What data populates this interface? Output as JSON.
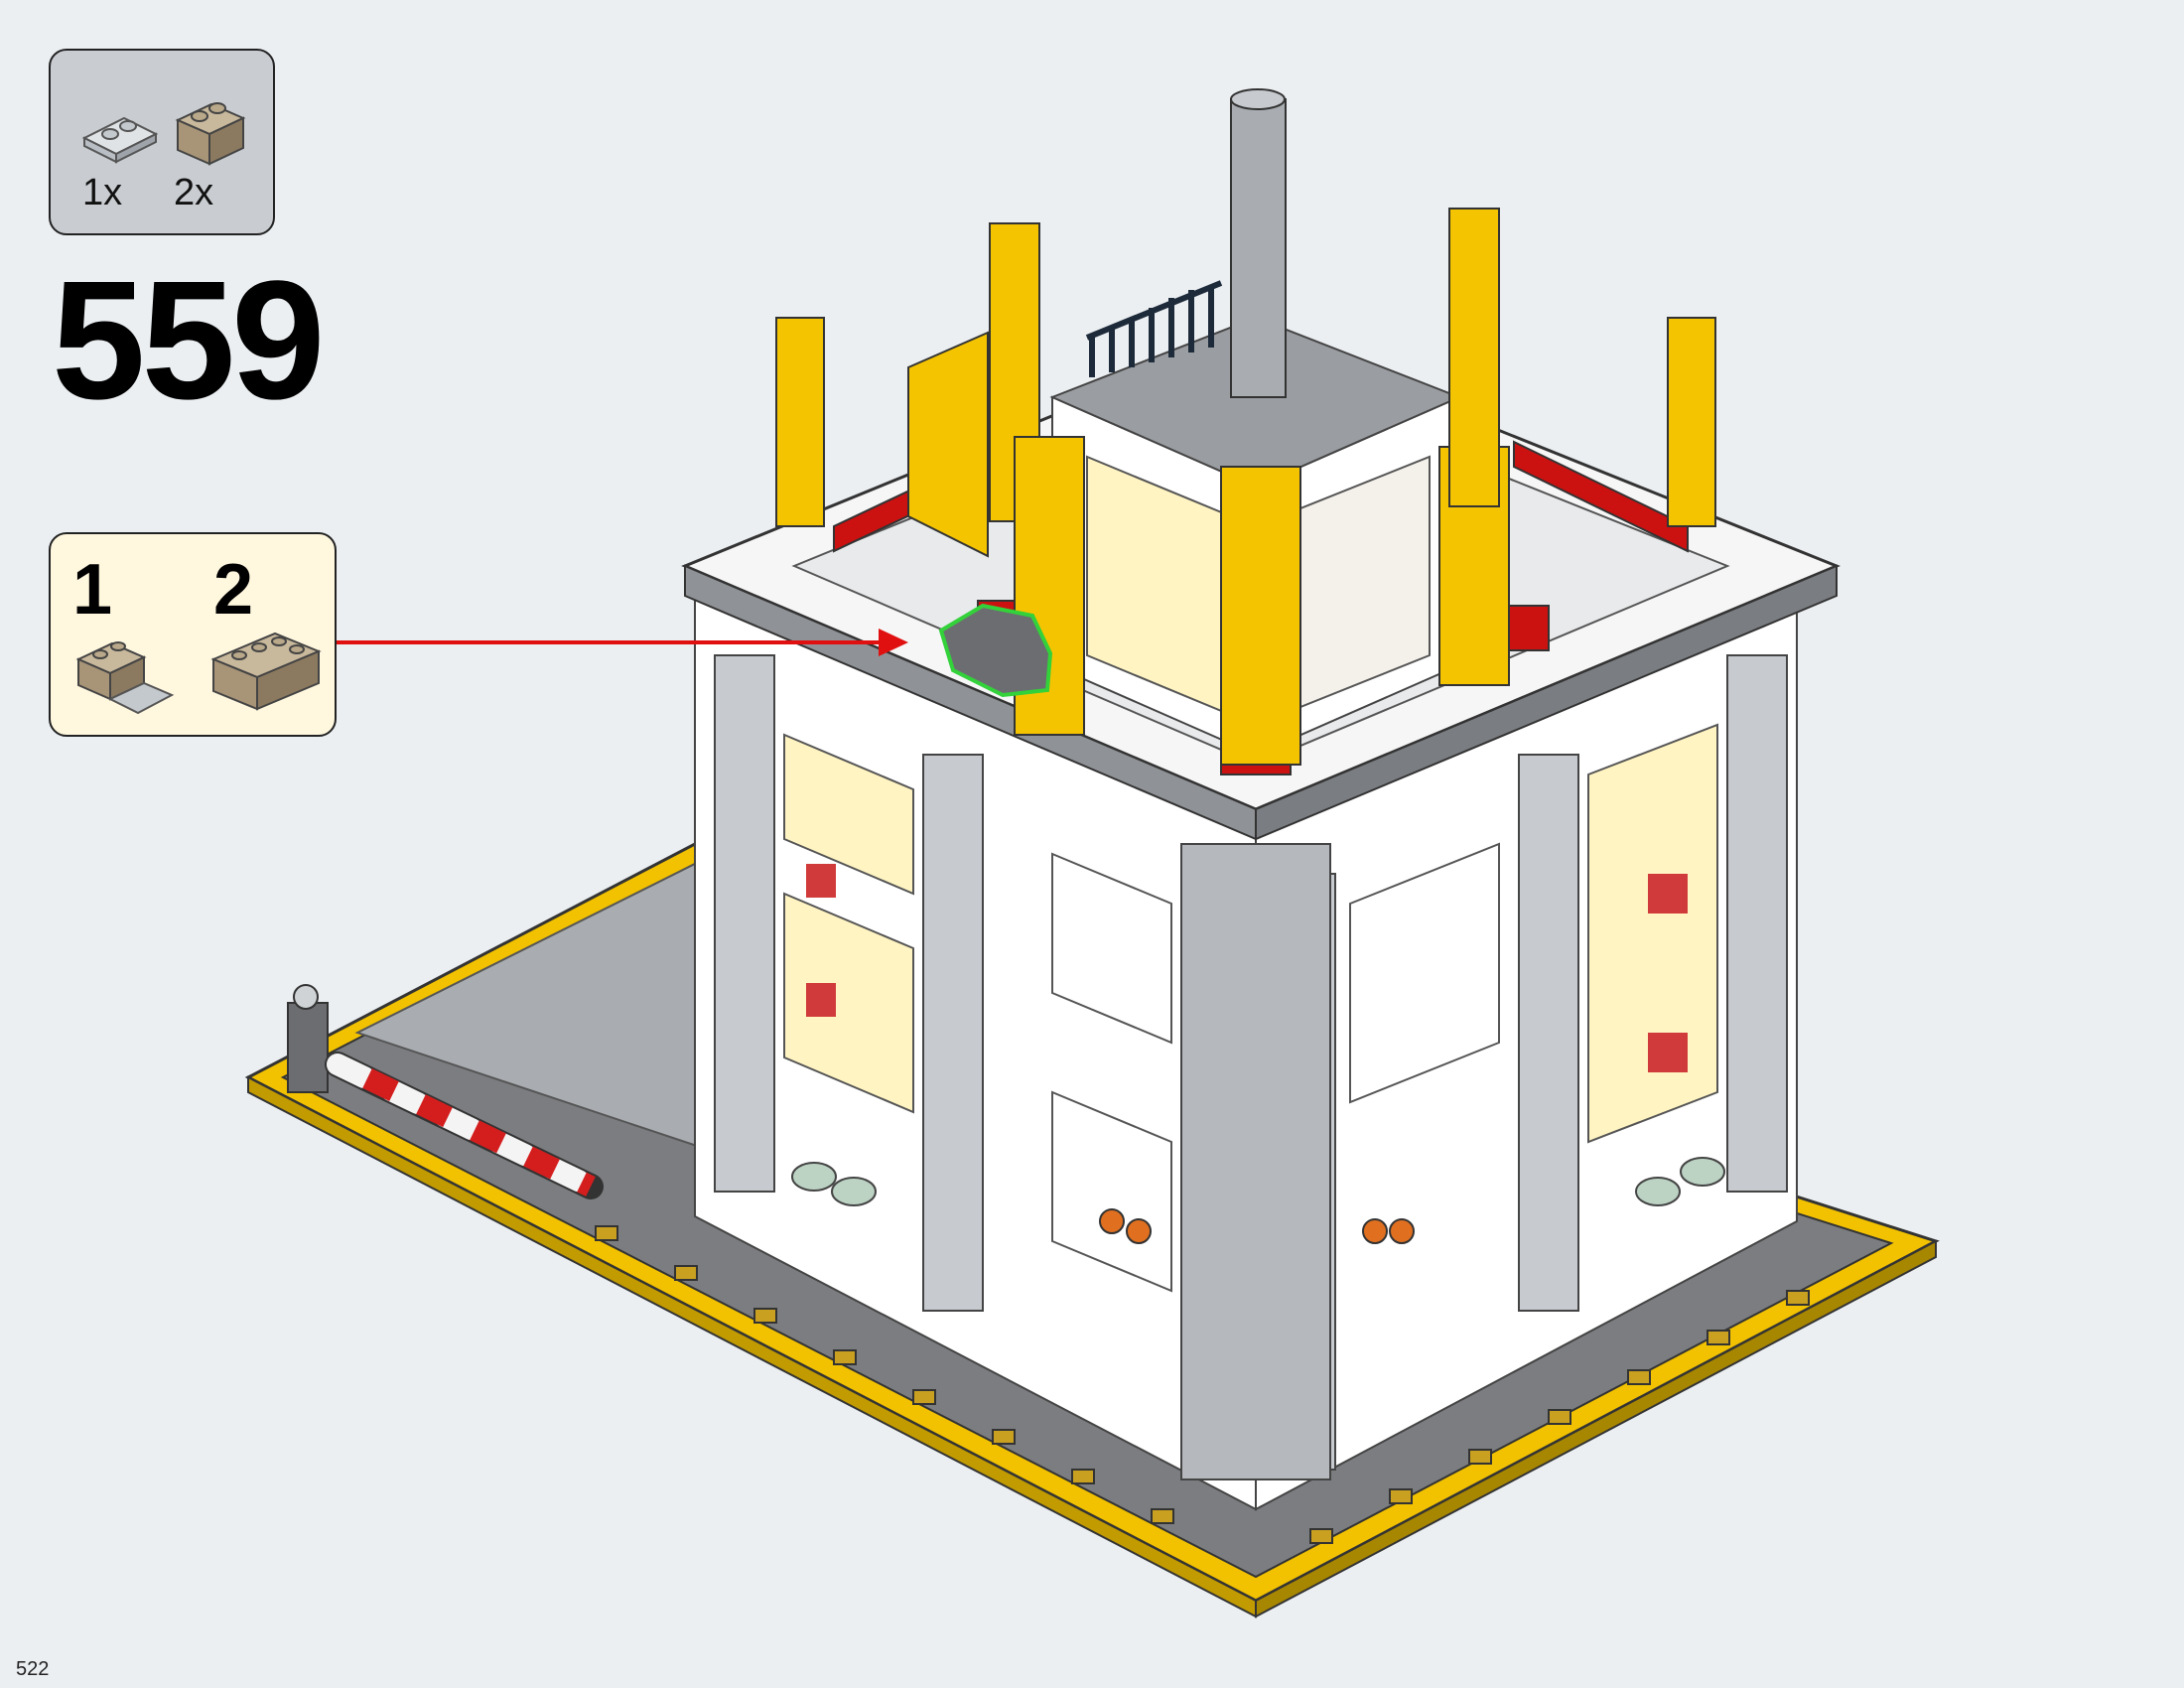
{
  "parts_list": {
    "items": [
      {
        "qty": "1x",
        "icon": "plate-1x2-light-gray-icon",
        "color": "#b8bec4"
      },
      {
        "qty": "2x",
        "icon": "brick-1x2-tan-icon",
        "color": "#a89578"
      }
    ]
  },
  "step": {
    "number": "559"
  },
  "submodel": {
    "steps": [
      {
        "label": "1"
      },
      {
        "label": "2"
      }
    ]
  },
  "page": {
    "number": "522"
  },
  "colors": {
    "baseplate_yellow": "#f2c200",
    "light_gray": "#c7cbcf",
    "dark_gray": "#6b6d70",
    "red": "#cc1111",
    "arrow_red": "#e01010",
    "highlight_green": "#33d13a",
    "window_white": "#ffffff",
    "tan": "#a89578"
  }
}
